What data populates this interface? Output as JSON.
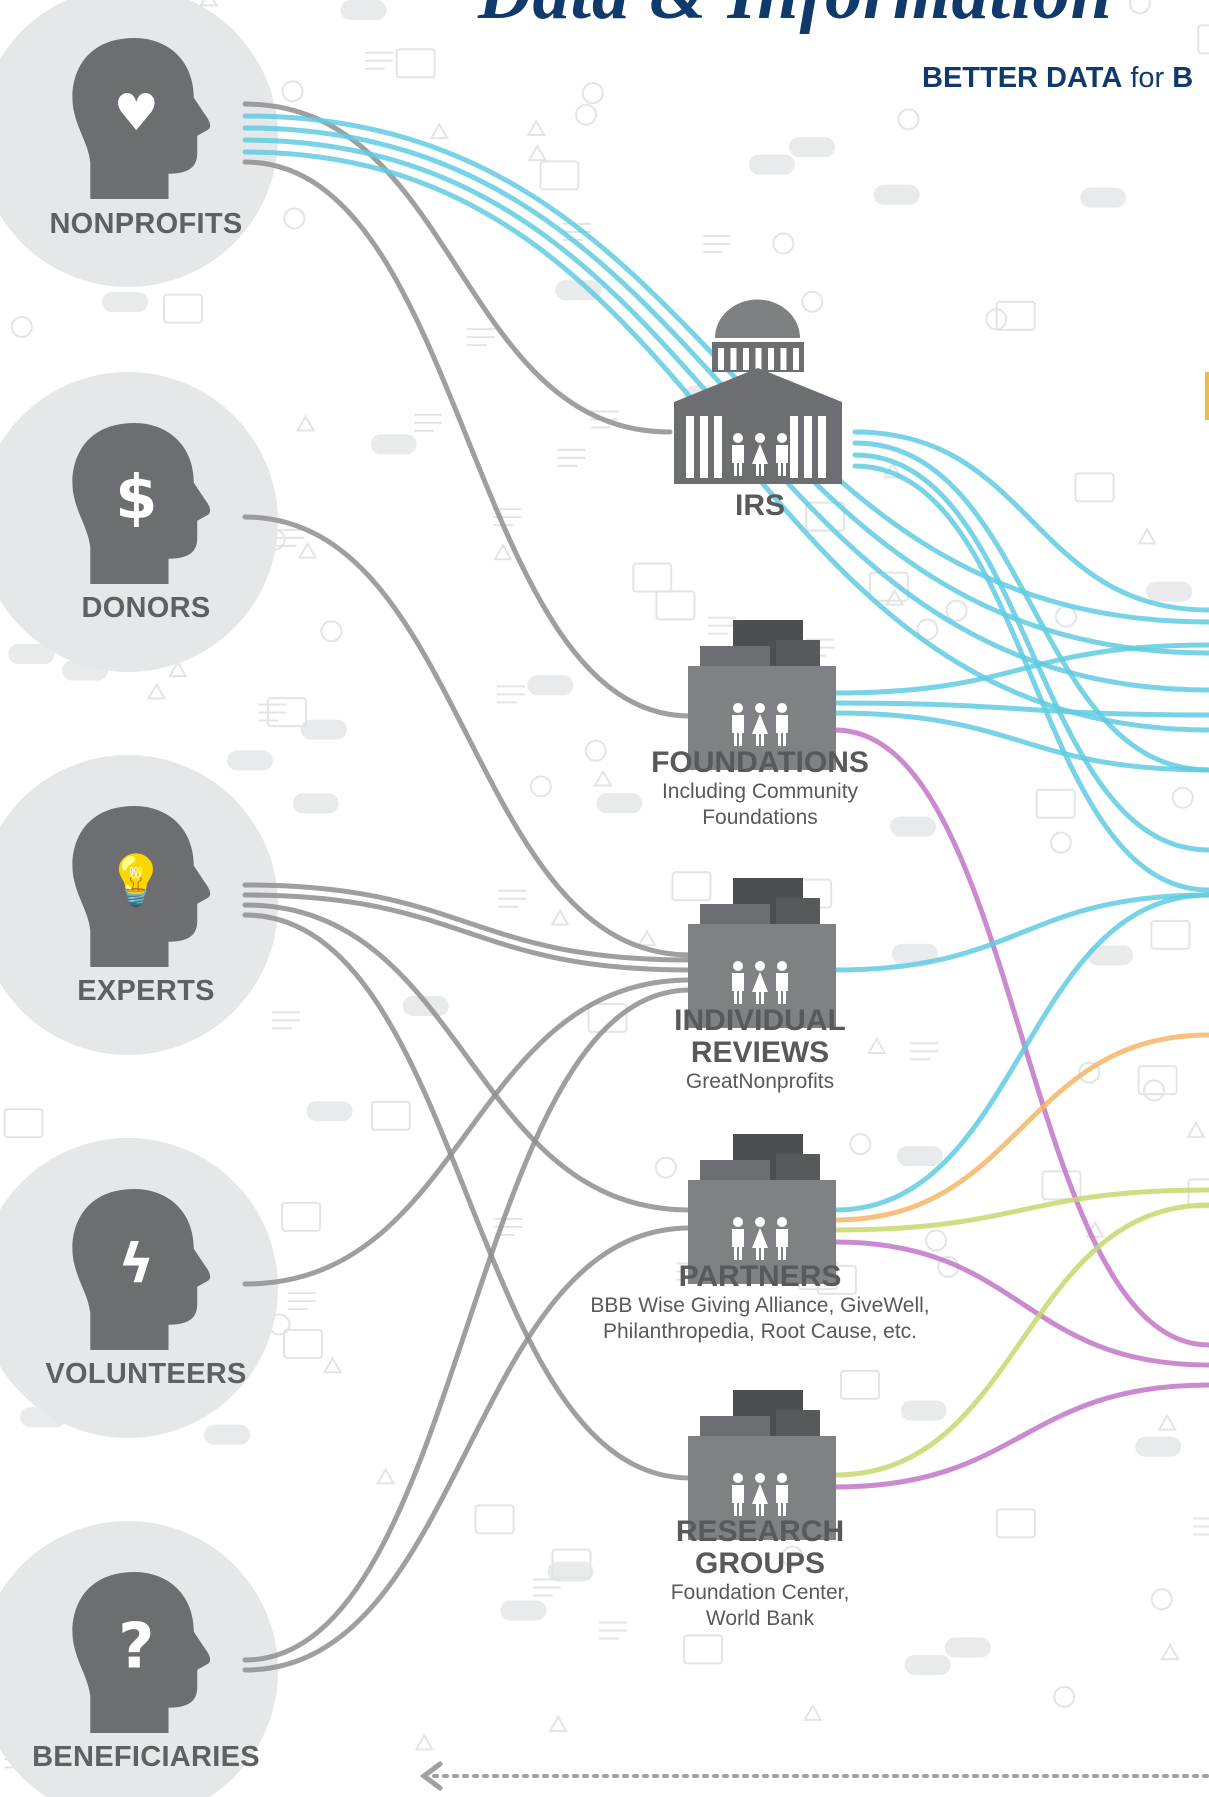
{
  "header": {
    "title": "Data & Information",
    "subtitle_bold1": "BETTER DATA",
    "subtitle_mid": " for ",
    "subtitle_bold2": "B"
  },
  "stakeholders": [
    {
      "id": "nonprofits",
      "label": "NONPROFITS",
      "icon": "heart-icon"
    },
    {
      "id": "donors",
      "label": "DONORS",
      "icon": "dollar-icon"
    },
    {
      "id": "experts",
      "label": "EXPERTS",
      "icon": "lightbulb-icon"
    },
    {
      "id": "volunteers",
      "label": "VOLUNTEERS",
      "icon": "lightning-icon"
    },
    {
      "id": "beneficiaries",
      "label": "BENEFICIARIES",
      "icon": "question-icon"
    }
  ],
  "sources": [
    {
      "id": "irs",
      "title": "IRS",
      "subtitle": "",
      "icon": "government-building-icon"
    },
    {
      "id": "foundations",
      "title": "FOUNDATIONS",
      "subtitle": "Including Community Foundations",
      "icon": "office-building-icon"
    },
    {
      "id": "individual_reviews",
      "title": "INDIVIDUAL REVIEWS",
      "subtitle": "GreatNonprofits",
      "icon": "office-building-icon"
    },
    {
      "id": "partners",
      "title": "PARTNERS",
      "subtitle": "BBB Wise Giving Alliance, GiveWell, Philanthropedia, Root Cause, etc.",
      "icon": "office-building-icon"
    },
    {
      "id": "research_groups",
      "title": "RESEARCH GROUPS",
      "subtitle": "Foundation Center, World Bank",
      "icon": "office-building-icon"
    }
  ],
  "colors": {
    "navy": "#0f3a6b",
    "gray_flow": "#8e8e92",
    "cyan_flow": "#5fcbe0",
    "purple_flow": "#c276c8",
    "orange_flow": "#f4b667",
    "green_flow": "#c5d86d",
    "icon_gray": "#6d6e71",
    "circle_bg": "#e6e7e8"
  }
}
